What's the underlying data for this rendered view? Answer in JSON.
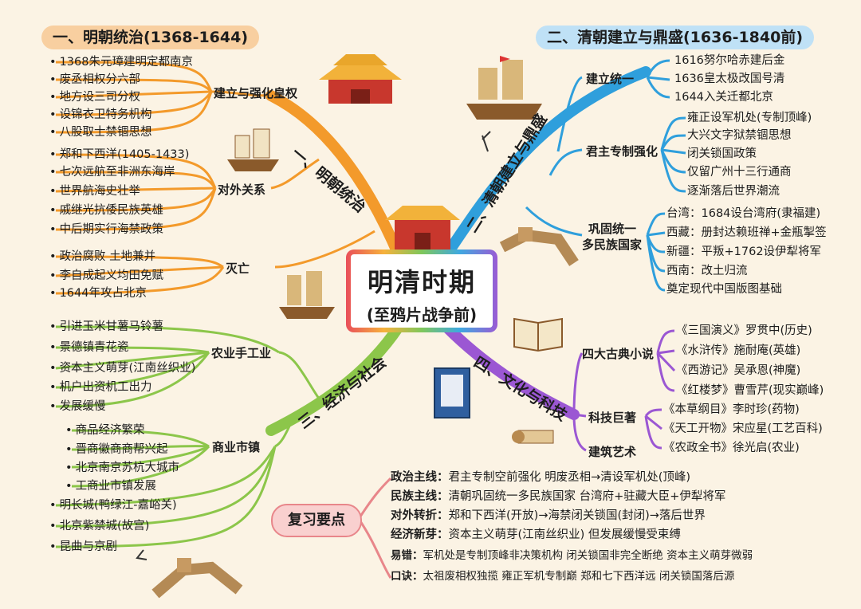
{
  "center": {
    "title": "明清时期",
    "subtitle": "(至鸦片战争前)"
  },
  "ming": {
    "header": "一、明朝统治(1368-1644)",
    "branch_label": "一、明朝统治",
    "groups": [
      {
        "label": "建立与强化皇权",
        "items": [
          "1368朱元璋建明定都南京",
          "废丞相权分六部",
          "地方设三司分权",
          "设锦衣卫特务机构",
          "八股取士禁锢思想"
        ]
      },
      {
        "label": "对外关系",
        "items": [
          "郑和下西洋(1405-1433)",
          "七次远航至非洲东海岸",
          "世界航海史壮举",
          "戚继光抗倭民族英雄",
          "中后期实行海禁政策"
        ]
      },
      {
        "label": "灭亡",
        "items": [
          "政治腐败 土地兼并",
          "李自成起义均田免赋",
          "1644年攻占北京"
        ]
      }
    ]
  },
  "qing": {
    "header": "二、清朝建立与鼎盛(1636-1840前)",
    "branch_label": "二、清朝建立与鼎盛",
    "groups": [
      {
        "label": "建立统一",
        "items": [
          "1616努尔哈赤建后金",
          "1636皇太极改国号清",
          "1644入关迁都北京"
        ]
      },
      {
        "label": "君主专制强化",
        "items": [
          "雍正设军机处(专制顶峰)",
          "大兴文字狱禁锢思想",
          "闭关锁国政策",
          "仅留广州十三行通商",
          "逐渐落后世界潮流"
        ]
      },
      {
        "label_line1": "巩固统一",
        "label_line2": "多民族国家",
        "items": [
          "台湾：1684设台湾府(隶福建)",
          "西藏：册封达赖班禅+金瓶掣签",
          "新疆：平叛+1762设伊犁将军",
          "西南：改土归流",
          "奠定现代中国版图基础"
        ]
      }
    ]
  },
  "econ": {
    "branch_label": "三、经济与社会",
    "groups": [
      {
        "label": "农业手工业",
        "items": [
          "引进玉米甘薯马铃薯",
          "景德镇青花瓷",
          "资本主义萌芽(江南丝织业)",
          "机户出资机工出力",
          "发展缓慢"
        ]
      },
      {
        "label": "商业市镇",
        "items": [
          "商品经济繁荣",
          "晋商徽商商帮兴起",
          "北京南京苏杭大城市",
          "工商业市镇发展"
        ]
      },
      {
        "label": "",
        "items": [
          "明长城(鸭绿江-嘉峪关)",
          "北京紫禁城(故宫)",
          "昆曲与京剧"
        ]
      }
    ]
  },
  "culture": {
    "branch_label": "四、文化与科技",
    "groups": [
      {
        "label": "四大古典小说",
        "items": [
          "《三国演义》罗贯中(历史)",
          "《水浒传》施耐庵(英雄)",
          "《西游记》吴承恩(神魔)",
          "《红楼梦》曹雪芹(现实巅峰)"
        ]
      },
      {
        "label": "科技巨著",
        "items": [
          "《本草纲目》李时珍(药物)",
          "《天工开物》宋应星(工艺百科)",
          "《农政全书》徐光启(农业)"
        ]
      },
      {
        "label": "建筑艺术",
        "items": []
      }
    ]
  },
  "review": {
    "label": "复习要点",
    "lines": [
      {
        "k": "政治主线：",
        "v": "君主专制空前强化 明废丞相→清设军机处(顶峰)"
      },
      {
        "k": "民族主线：",
        "v": "清朝巩固统一多民族国家 台湾府+驻藏大臣+伊犁将军"
      },
      {
        "k": "对外转折：",
        "v": "郑和下西洋(开放)→海禁闭关锁国(封闭)→落后世界"
      },
      {
        "k": "经济新芽：",
        "v": "资本主义萌芽(江南丝织业) 但发展缓慢受束缚"
      },
      {
        "k": "易错：",
        "v": "军机处是专制顶峰非决策机构 闭关锁国非完全断绝 资本主义萌芽微弱"
      },
      {
        "k": "口诀：",
        "v": "太祖废相权独揽 雍正军机专制巅 郑和七下西洋远 闭关锁国落后源"
      }
    ]
  },
  "colors": {
    "ming": "#f39a2b",
    "qing": "#2f9fdc",
    "econ": "#8cc64a",
    "culture": "#9b57d3",
    "review": "#e8868a"
  }
}
